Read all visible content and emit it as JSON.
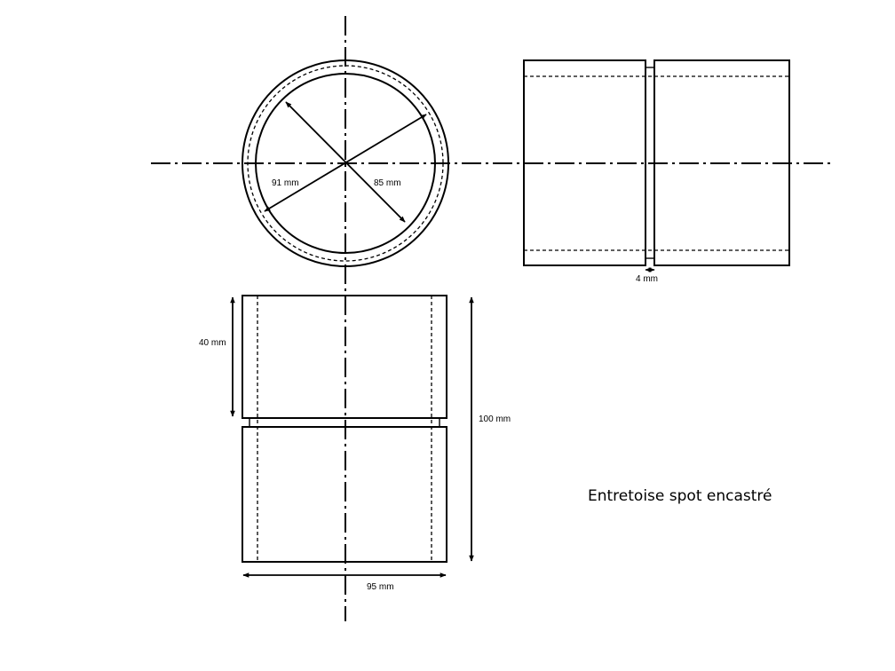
{
  "drawing": {
    "title": "Entretoise spot encastré",
    "dimensions": {
      "outer_diameter": "91 mm",
      "inner_diameter": "85 mm",
      "gap": "4 mm",
      "segment_height": "40 mm",
      "total_height": "100 mm",
      "width": "95 mm"
    }
  }
}
